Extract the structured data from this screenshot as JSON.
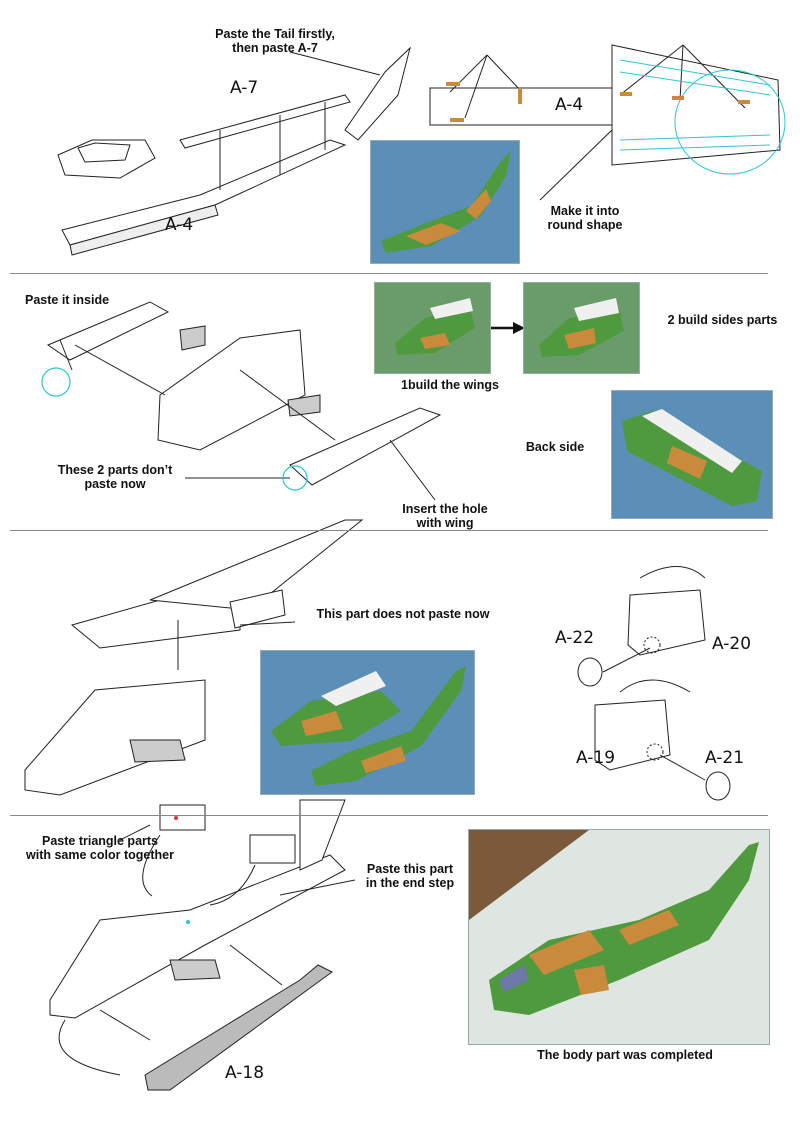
{
  "step1": {
    "note_tail": "Paste the Tail firstly,\nthen paste A-7",
    "label_a7": "A-7",
    "label_a4_left": "A-4",
    "label_a4_right": "A-4",
    "note_round": "Make it into\nround shape"
  },
  "step2": {
    "note_inside": "Paste it inside",
    "note_dont_paste": "These 2 parts don’t\npaste now",
    "note_insert": "Insert the hole\nwith wing",
    "caption_wings": "1build the wings",
    "caption_sides": "2 build sides parts",
    "caption_back": "Back side"
  },
  "step3": {
    "note_not_paste": "This part does not paste now",
    "label_a22": "A-22",
    "label_a20": "A-20",
    "label_a19": "A-19",
    "label_a21": "A-21"
  },
  "step4": {
    "note_triangle": "Paste triangle parts\nwith same color together",
    "note_end": "Paste this part\nin the end step",
    "label_a18": "A-18",
    "caption_completed": "The body part was completed"
  },
  "colors": {
    "line": "#222222",
    "cyan_accent": "#2ec4d6",
    "camo_green": "#4f9a3f",
    "camo_tan": "#c98a3c",
    "photo_bg": "#5b8fb8"
  }
}
